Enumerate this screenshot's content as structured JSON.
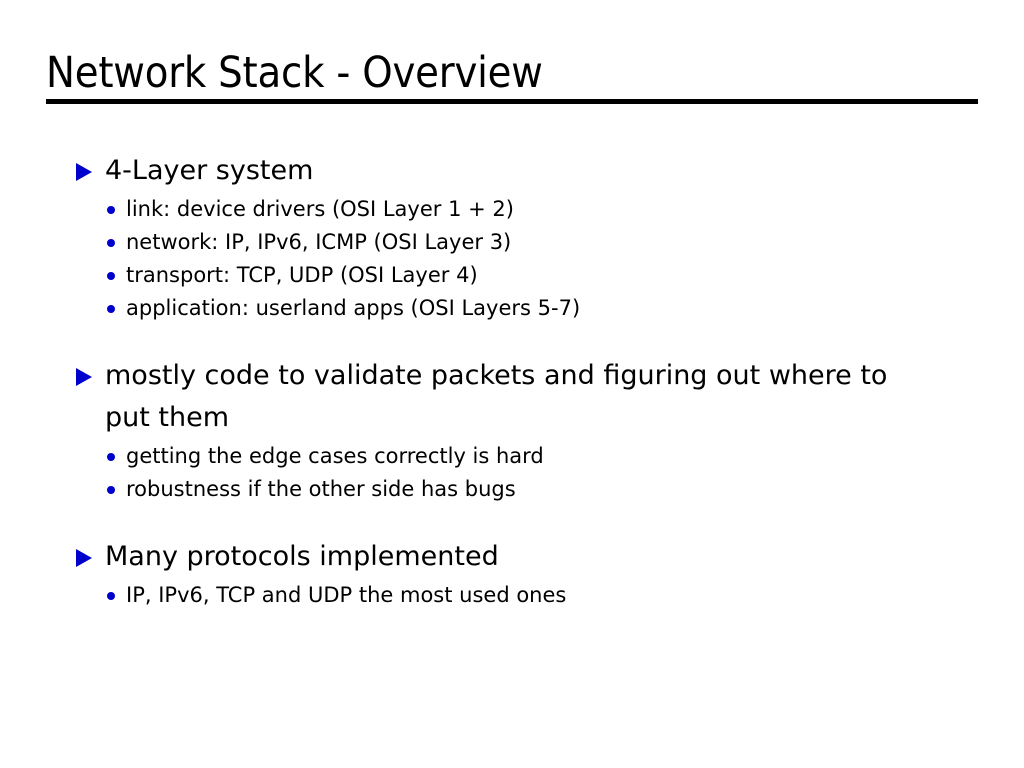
{
  "slide": {
    "title": "Network Stack - Overview",
    "title_rule_color": "#000000",
    "bullet_color": "#0000CC",
    "text_color": "#000000",
    "background_color": "#FFFFFF",
    "groups": [
      {
        "heading": "4-Layer system",
        "items": [
          "link: device drivers (OSI Layer 1 + 2)",
          "network: IP, IPv6, ICMP (OSI Layer 3)",
          "transport: TCP, UDP (OSI Layer 4)",
          "application: userland apps (OSI Layers 5-7)"
        ]
      },
      {
        "heading": "mostly code to validate packets and figuring out where to put them",
        "items": [
          "getting the edge cases correctly is hard",
          "robustness if the other side has bugs"
        ]
      },
      {
        "heading": "Many protocols implemented",
        "items": [
          "IP, IPv6, TCP and UDP the most used ones"
        ]
      }
    ]
  }
}
